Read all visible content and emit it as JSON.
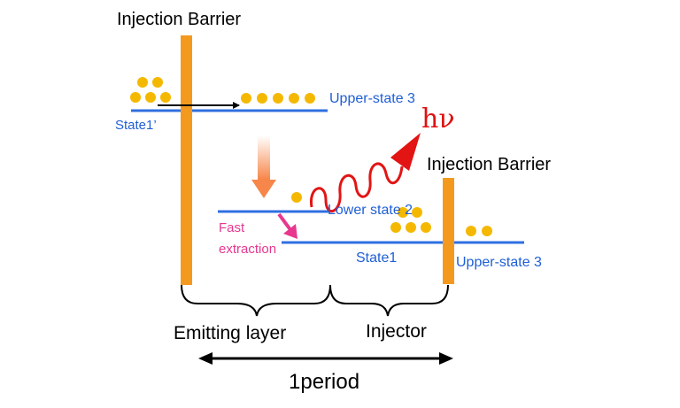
{
  "colors": {
    "barrier": "#f39a1e",
    "level": "#2f6fe0",
    "electron": "#f5b800",
    "photon": "#e31414",
    "relax_arrow": "#f7864a",
    "extraction_arrow": "#e8378f",
    "text_blue": "#1f5fd6",
    "text_black": "#000000"
  },
  "labels": {
    "barrier_left": "Injection Barrier",
    "barrier_right": "Injection Barrier",
    "state1_prime": "State1’",
    "upper_state_left": "Upper-state 3",
    "photon": "hν",
    "lower_state": "Lower state 2",
    "fast_extraction_1": "Fast",
    "fast_extraction_2": "extraction",
    "state1": "State1",
    "upper_state_right": "Upper-state 3",
    "emitting_layer": "Emitting layer",
    "injector": "Injector",
    "period": "1period"
  }
}
